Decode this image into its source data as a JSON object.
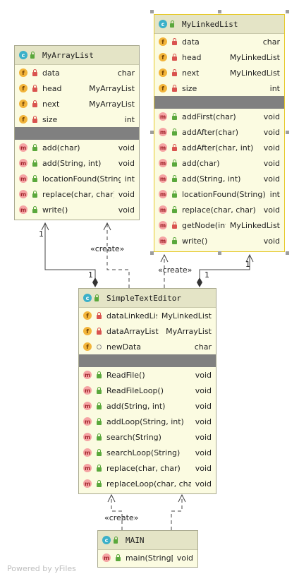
{
  "footer": "Powered by yFiles",
  "labels": {
    "create_left": "«create»",
    "create_right": "«create»",
    "create_bottom": "«create»",
    "mult_array_top": "1",
    "mult_array_bottom": "1",
    "mult_linked_top": "1",
    "mult_linked_bottom": "1"
  },
  "classes": {
    "array": {
      "name": "MyArrayList",
      "fields": [
        {
          "name": "data",
          "type": "char"
        },
        {
          "name": "head",
          "type": "MyArrayList"
        },
        {
          "name": "next",
          "type": "MyArrayList"
        },
        {
          "name": "size",
          "type": "int"
        }
      ],
      "methods": [
        {
          "name": "add(char)",
          "type": "void"
        },
        {
          "name": "add(String, int)",
          "type": "void"
        },
        {
          "name": "locationFound(String)",
          "type": "int"
        },
        {
          "name": "replace(char, char)",
          "type": "void"
        },
        {
          "name": "write()",
          "type": "void"
        }
      ]
    },
    "linked": {
      "name": "MyLinkedList",
      "fields": [
        {
          "name": "data",
          "type": "char"
        },
        {
          "name": "head",
          "type": "MyLinkedList"
        },
        {
          "name": "next",
          "type": "MyLinkedList"
        },
        {
          "name": "size",
          "type": "int"
        }
      ],
      "methods": [
        {
          "name": "addFirst(char)",
          "type": "void"
        },
        {
          "name": "addAfter(char)",
          "type": "void"
        },
        {
          "name": "addAfter(char, int)",
          "type": "void"
        },
        {
          "name": "add(char)",
          "type": "void"
        },
        {
          "name": "add(String, int)",
          "type": "void"
        },
        {
          "name": "locationFound(String)",
          "type": "int"
        },
        {
          "name": "replace(char, char)",
          "type": "void"
        },
        {
          "name": "getNode(int)",
          "type": "MyLinkedList"
        },
        {
          "name": "write()",
          "type": "void"
        }
      ]
    },
    "editor": {
      "name": "SimpleTextEditor",
      "fields": [
        {
          "name": "dataLinkedList",
          "type": "MyLinkedList"
        },
        {
          "name": "dataArrayList",
          "type": "MyArrayList"
        },
        {
          "name": "newData",
          "type": "char"
        }
      ],
      "methods": [
        {
          "name": "ReadFile()",
          "type": "void"
        },
        {
          "name": "ReadFileLoop()",
          "type": "void"
        },
        {
          "name": "add(String, int)",
          "type": "void"
        },
        {
          "name": "addLoop(String, int)",
          "type": "void"
        },
        {
          "name": "search(String)",
          "type": "void"
        },
        {
          "name": "searchLoop(String)",
          "type": "void"
        },
        {
          "name": "replace(char, char)",
          "type": "void"
        },
        {
          "name": "replaceLoop(char, char)",
          "type": "void"
        }
      ]
    },
    "main": {
      "name": "MAIN",
      "methods": [
        {
          "name": "main(String[])",
          "type": "void"
        }
      ]
    }
  }
}
